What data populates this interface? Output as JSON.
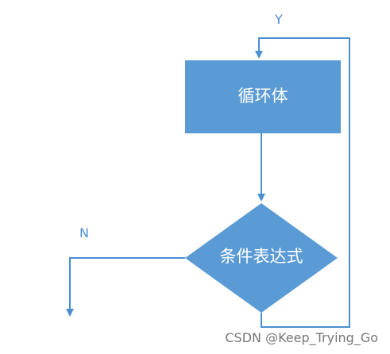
{
  "flowchart": {
    "branches": {
      "yes_label": "Y",
      "no_label": "N"
    },
    "nodes": {
      "loop_body": "循环体",
      "condition": "条件表达式"
    }
  },
  "watermark": "CSDN @Keep_Trying_Go",
  "colors": {
    "shape_fill": "#5b9bd5",
    "arrow": "#4a8fd0",
    "text_on_shape": "#ffffff",
    "watermark": "#777777"
  }
}
